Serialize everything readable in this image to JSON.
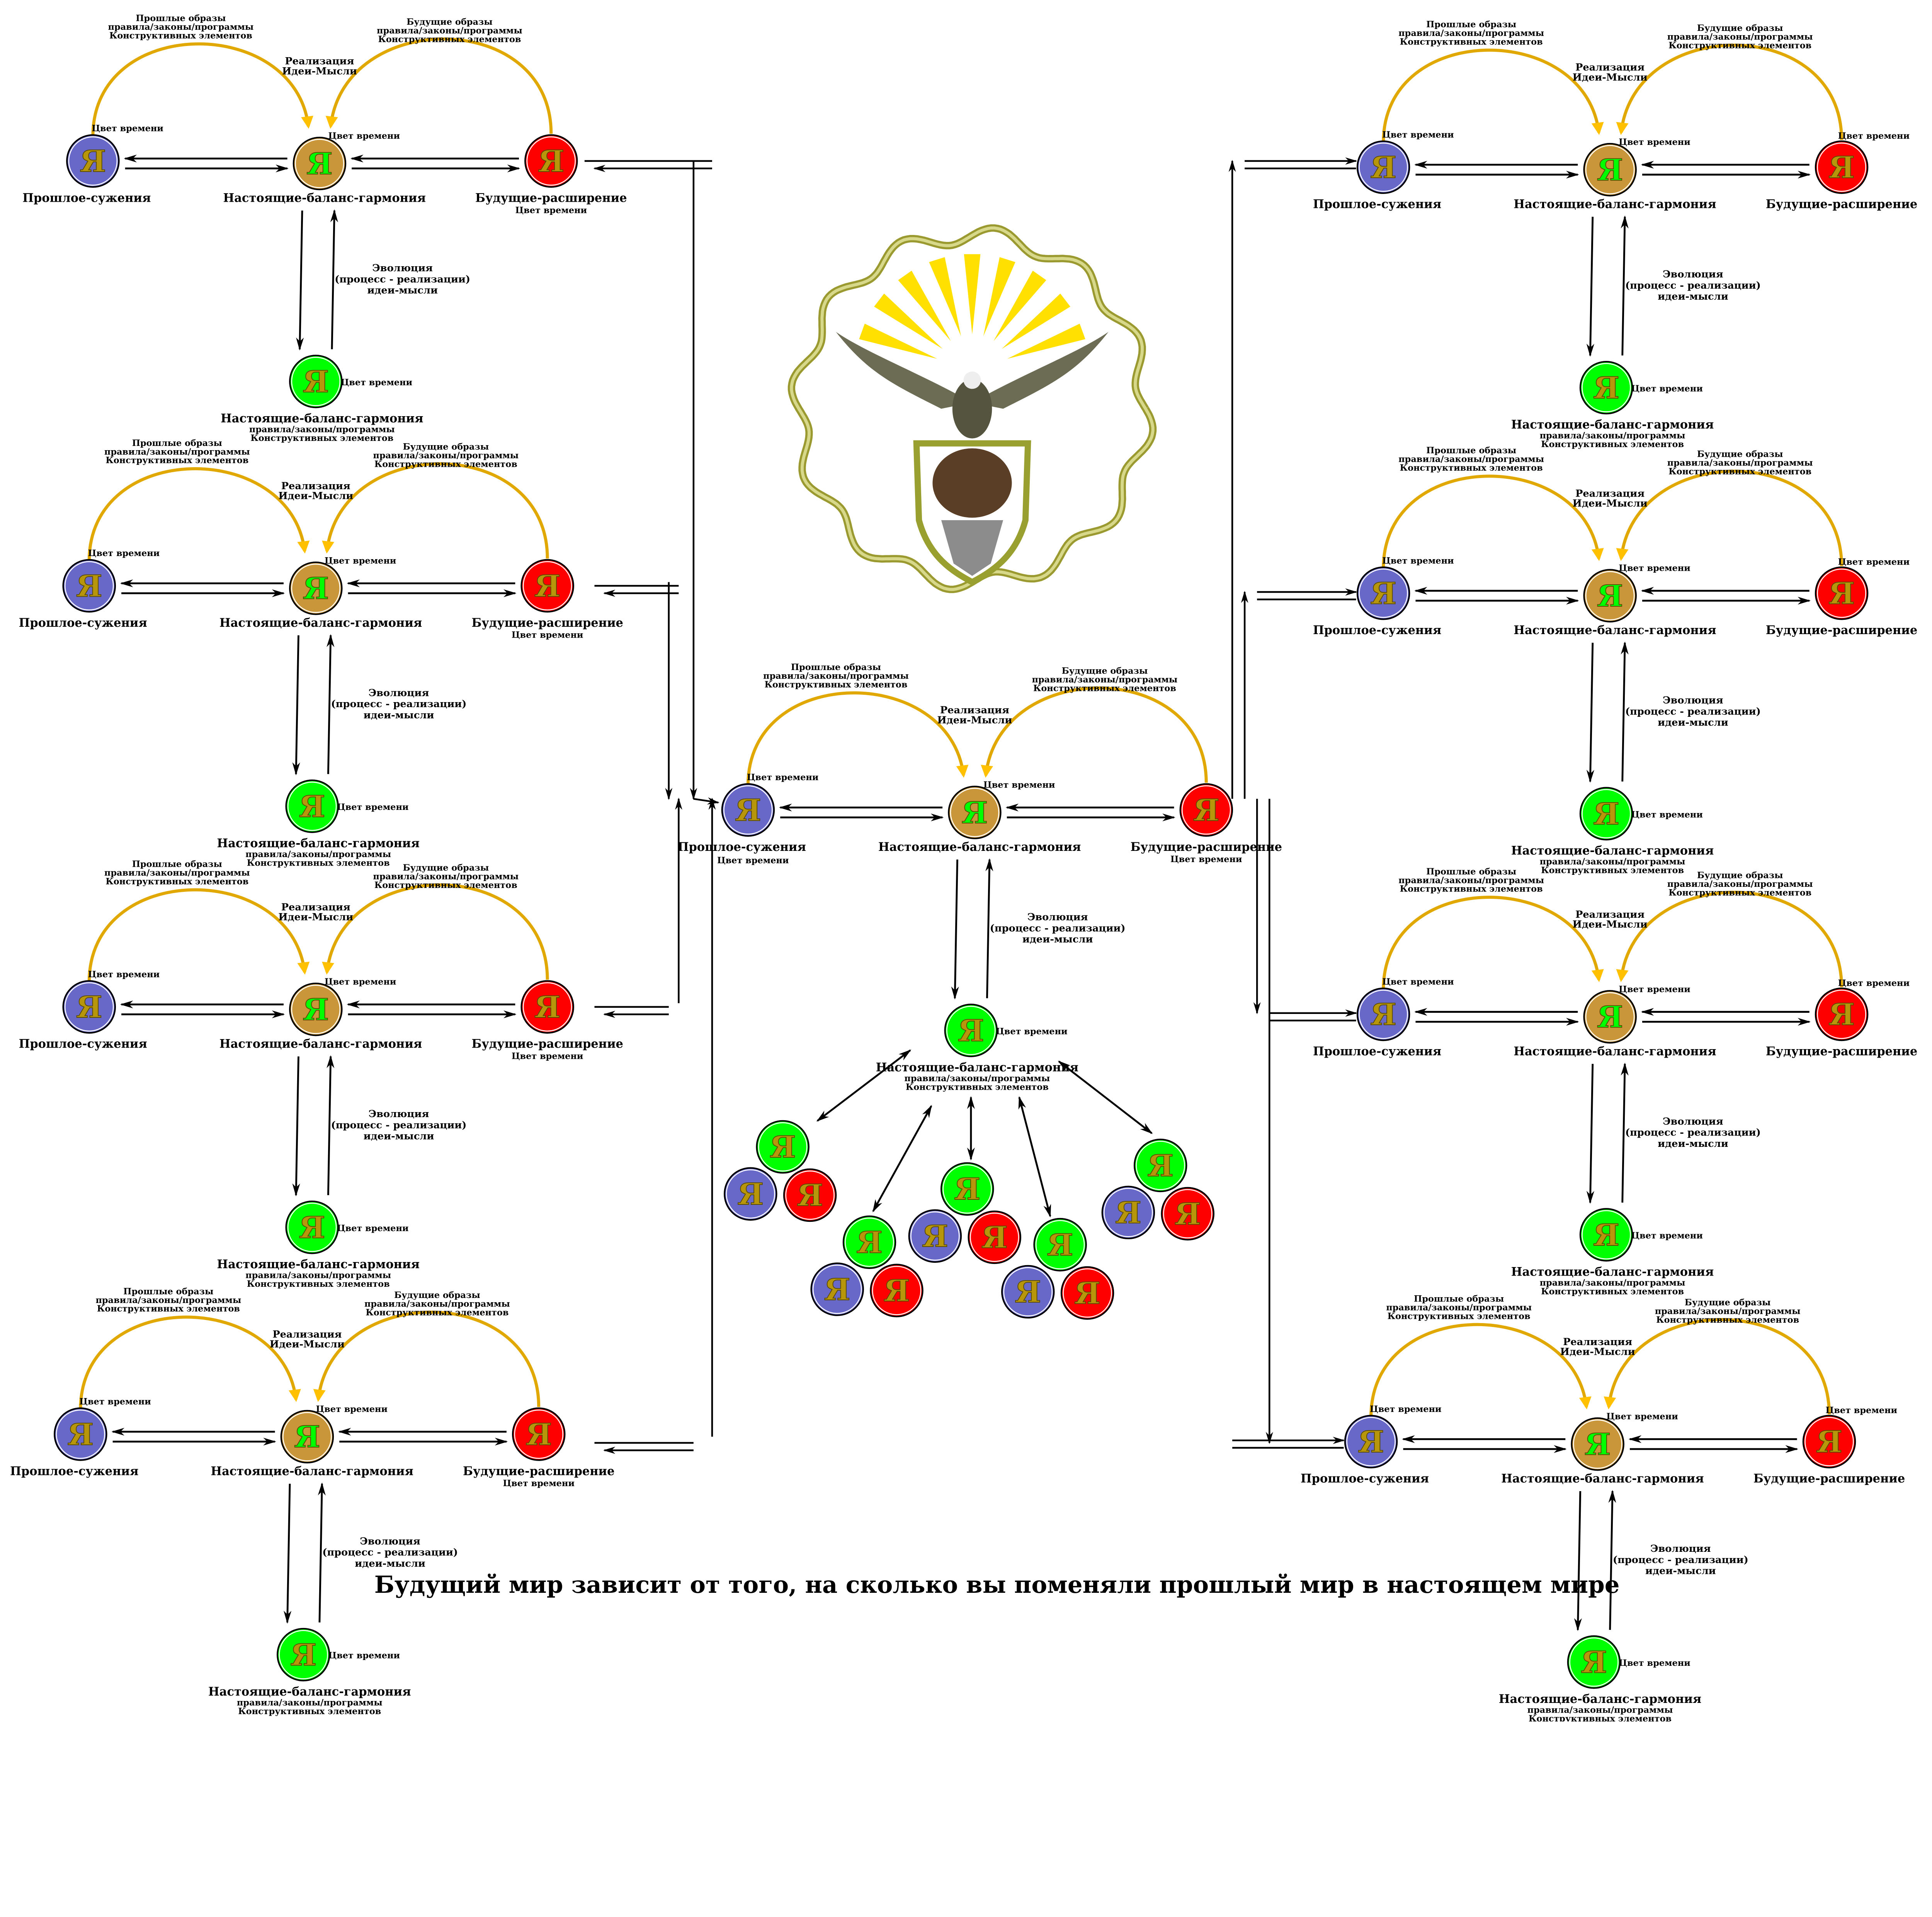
{
  "title": "Будущий мир зависит от того, на сколько вы поменяли прошлый мир в настоящем мире",
  "labels": {
    "past_images": [
      "Прошлые образы",
      "правила/законы/программы",
      "Конструктивных элементов"
    ],
    "future_images": [
      "Будущие образы",
      "правила/законы/программы",
      "Конструктивных элементов"
    ],
    "realization": [
      "Реализация",
      "Идеи-Мысли"
    ],
    "time_color": "Цвет времени",
    "past": "Прошлое-сужения",
    "present": "Настоящие-баланс-гармония",
    "future": "Будущие-расширение",
    "evolution": [
      "Эволюция",
      "(процесс - реализации)",
      "идеи-мысли"
    ],
    "green_caption": [
      "Настоящие-баланс-гармония",
      "правила/законы/программы",
      "Конструктивных элементов"
    ],
    "node_letter": "Я"
  },
  "clusters": [
    {
      "id": "left-1",
      "future_time_label": "below"
    },
    {
      "id": "left-2",
      "future_time_label": "below"
    },
    {
      "id": "left-3",
      "future_time_label": "below"
    },
    {
      "id": "left-4",
      "future_time_label": "below"
    },
    {
      "id": "center",
      "future_time_label": "below",
      "past_time_label": "below"
    },
    {
      "id": "right-1",
      "future_time_label": "above"
    },
    {
      "id": "right-2",
      "future_time_label": "above"
    },
    {
      "id": "right-3",
      "future_time_label": "above"
    },
    {
      "id": "right-4",
      "future_time_label": "above"
    }
  ],
  "tree_groups": 5,
  "colors": {
    "past": "#6868c8",
    "present": "#c9973a",
    "future": "#ff0000",
    "green": "#00ff00",
    "letter": "#b8960c",
    "present_letter": "#00ff00",
    "arc": "#e0a800",
    "arrowhead": "#ffc000"
  }
}
